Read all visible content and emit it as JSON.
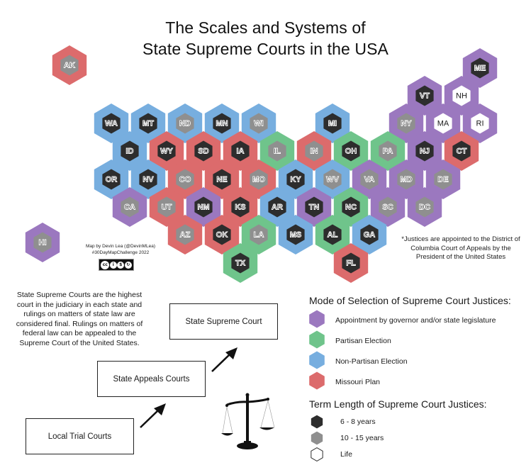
{
  "title": {
    "line1": "The Scales and Systems of",
    "line2": "State Supreme Courts in the USA"
  },
  "colors": {
    "appointment": "#9b78bf",
    "partisan": "#6fc48b",
    "non_partisan": "#77aedf",
    "missouri": "#dc6b6c",
    "term_short": "#2d2d2d",
    "term_mid": "#8f8f8f",
    "term_life": "#ffffff"
  },
  "states": [
    {
      "abbr": "AK",
      "selection": "missouri",
      "term": "mid"
    },
    {
      "abbr": "ME",
      "selection": "appointment",
      "term": "short"
    },
    {
      "abbr": "VT",
      "selection": "appointment",
      "term": "short"
    },
    {
      "abbr": "NH",
      "selection": "appointment",
      "term": "life"
    },
    {
      "abbr": "WA",
      "selection": "non_partisan",
      "term": "short"
    },
    {
      "abbr": "MT",
      "selection": "non_partisan",
      "term": "short"
    },
    {
      "abbr": "ND",
      "selection": "non_partisan",
      "term": "mid"
    },
    {
      "abbr": "MN",
      "selection": "non_partisan",
      "term": "short"
    },
    {
      "abbr": "WI",
      "selection": "non_partisan",
      "term": "mid"
    },
    {
      "abbr": "MI",
      "selection": "non_partisan",
      "term": "short"
    },
    {
      "abbr": "NY",
      "selection": "appointment",
      "term": "mid"
    },
    {
      "abbr": "MA",
      "selection": "appointment",
      "term": "life"
    },
    {
      "abbr": "RI",
      "selection": "appointment",
      "term": "life"
    },
    {
      "abbr": "ID",
      "selection": "non_partisan",
      "term": "short"
    },
    {
      "abbr": "WY",
      "selection": "missouri",
      "term": "short"
    },
    {
      "abbr": "SD",
      "selection": "missouri",
      "term": "short"
    },
    {
      "abbr": "IA",
      "selection": "missouri",
      "term": "short"
    },
    {
      "abbr": "IL",
      "selection": "partisan",
      "term": "mid"
    },
    {
      "abbr": "IN",
      "selection": "missouri",
      "term": "mid"
    },
    {
      "abbr": "OH",
      "selection": "partisan",
      "term": "short"
    },
    {
      "abbr": "PA",
      "selection": "partisan",
      "term": "mid"
    },
    {
      "abbr": "NJ",
      "selection": "appointment",
      "term": "short"
    },
    {
      "abbr": "CT",
      "selection": "missouri",
      "term": "short"
    },
    {
      "abbr": "OR",
      "selection": "non_partisan",
      "term": "short"
    },
    {
      "abbr": "NV",
      "selection": "non_partisan",
      "term": "short"
    },
    {
      "abbr": "CO",
      "selection": "missouri",
      "term": "mid"
    },
    {
      "abbr": "NE",
      "selection": "missouri",
      "term": "short"
    },
    {
      "abbr": "MO",
      "selection": "missouri",
      "term": "mid"
    },
    {
      "abbr": "KY",
      "selection": "non_partisan",
      "term": "short"
    },
    {
      "abbr": "WV",
      "selection": "non_partisan",
      "term": "mid"
    },
    {
      "abbr": "VA",
      "selection": "appointment",
      "term": "mid"
    },
    {
      "abbr": "MD",
      "selection": "appointment",
      "term": "mid"
    },
    {
      "abbr": "DE",
      "selection": "appointment",
      "term": "mid"
    },
    {
      "abbr": "CA",
      "selection": "appointment",
      "term": "mid"
    },
    {
      "abbr": "UT",
      "selection": "missouri",
      "term": "mid"
    },
    {
      "abbr": "NM",
      "selection": "appointment",
      "term": "short"
    },
    {
      "abbr": "KS",
      "selection": "missouri",
      "term": "short"
    },
    {
      "abbr": "AR",
      "selection": "non_partisan",
      "term": "short"
    },
    {
      "abbr": "TN",
      "selection": "appointment",
      "term": "short"
    },
    {
      "abbr": "NC",
      "selection": "partisan",
      "term": "short"
    },
    {
      "abbr": "SC",
      "selection": "appointment",
      "term": "mid"
    },
    {
      "abbr": "DC",
      "selection": "appointment",
      "term": "mid"
    },
    {
      "abbr": "AZ",
      "selection": "missouri",
      "term": "mid"
    },
    {
      "abbr": "OK",
      "selection": "missouri",
      "term": "short"
    },
    {
      "abbr": "LA",
      "selection": "partisan",
      "term": "mid"
    },
    {
      "abbr": "MS",
      "selection": "non_partisan",
      "term": "short"
    },
    {
      "abbr": "AL",
      "selection": "partisan",
      "term": "short"
    },
    {
      "abbr": "GA",
      "selection": "non_partisan",
      "term": "short"
    },
    {
      "abbr": "TX",
      "selection": "partisan",
      "term": "short"
    },
    {
      "abbr": "FL",
      "selection": "missouri",
      "term": "short"
    },
    {
      "abbr": "HI",
      "selection": "appointment",
      "term": "mid"
    }
  ],
  "credit": {
    "line1": "Map by Devin Lea (@DevinMLea)",
    "line2": "#30DayMapChallenge 2022",
    "license": "CC BY NC SA"
  },
  "footnote": "*Justices are appointed to the District of Columbia Court of Appeals by the President of the United States",
  "description": "State Supreme Courts are the highest court in the judiciary in each state and rulings on matters of state law are considered final. Rulings on matters of federal law can be appealed to the Supreme Court of the United States.",
  "hierarchy": {
    "supreme": "State Supreme Court",
    "appeals": "State Appeals Courts",
    "trial": "Local Trial Courts"
  },
  "legend": {
    "selection_title": "Mode of Selection of Supreme Court Justices:",
    "selection_items": [
      {
        "key": "appointment",
        "label": "Appointment by governor and/or state legislature"
      },
      {
        "key": "partisan",
        "label": "Partisan Election"
      },
      {
        "key": "non_partisan",
        "label": "Non-Partisan Election"
      },
      {
        "key": "missouri",
        "label": "Missouri Plan"
      }
    ],
    "term_title": "Term Length of Supreme Court Justices:",
    "term_items": [
      {
        "key": "short",
        "label": "6 - 8 years"
      },
      {
        "key": "mid",
        "label": "10 - 15 years"
      },
      {
        "key": "life",
        "label": "Life"
      }
    ]
  }
}
